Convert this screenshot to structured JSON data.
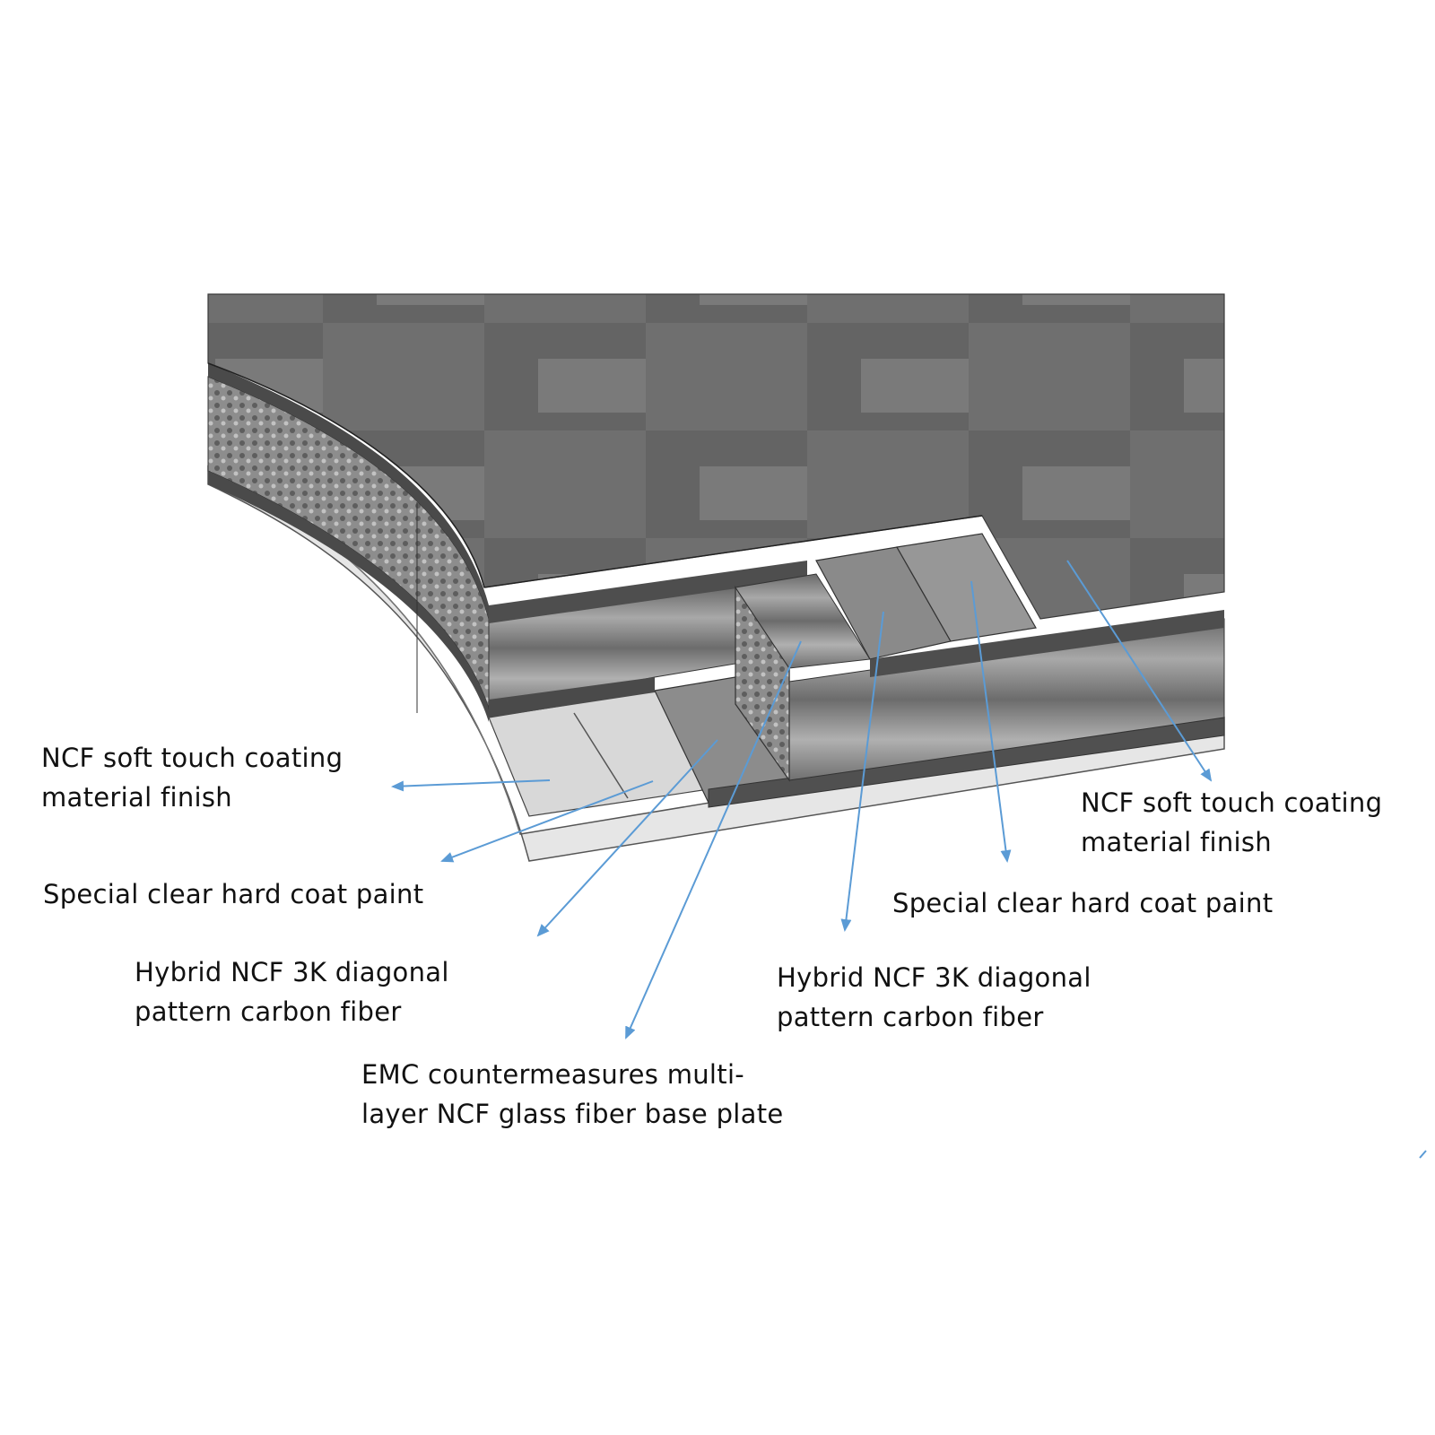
{
  "diagram": {
    "subject": "Composite panel layer cross-section",
    "arrow_color": "#5b9bd5",
    "colors": {
      "top_surface": "#6e6e6e",
      "carbon_layer": "#8a8a8a",
      "dark_band": "#4a4a4a",
      "foam_core": "#9a9a9a",
      "glass_base": "#e4e4e4",
      "background": "#ffffff"
    }
  },
  "labels": {
    "left": [
      {
        "lines": [
          "NCF soft touch coating",
          "material finish"
        ]
      },
      {
        "lines": [
          "Special clear hard coat paint"
        ]
      },
      {
        "lines": [
          "Hybrid NCF 3K diagonal",
          "pattern carbon fiber"
        ]
      },
      {
        "lines": [
          "EMC countermeasures  multi-",
          "layer NCF glass fiber base plate"
        ]
      }
    ],
    "right": [
      {
        "lines": [
          "NCF soft touch coating",
          "material finish"
        ]
      },
      {
        "lines": [
          "Special clear hard coat paint"
        ]
      },
      {
        "lines": [
          "Hybrid NCF 3K diagonal",
          "pattern carbon fiber"
        ]
      }
    ]
  }
}
